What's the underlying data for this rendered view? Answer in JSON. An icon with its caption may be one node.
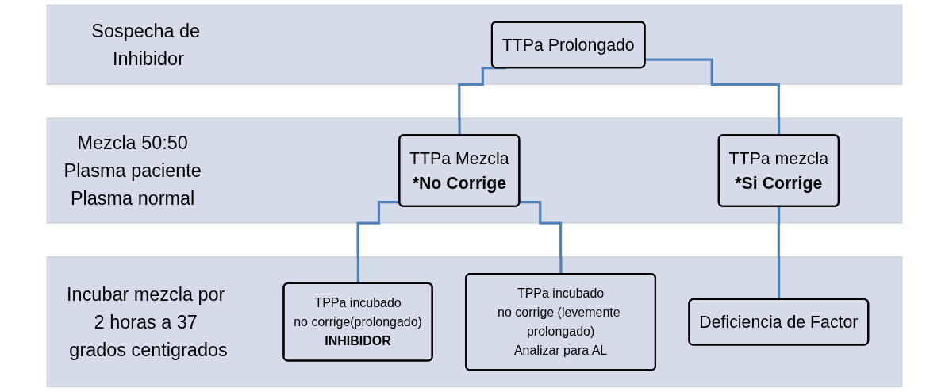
{
  "diagram": {
    "nodes": [
      {
        "text": [
          "Sospecha de Inhibidor"
        ]
      },
      {
        "text": [
          "TTPa Prolongado"
        ],
        "in": 0
      },
      {
        "text": [
          "Mezcla 50:50",
          "Plasma paciente",
          "Plasma normal"
        ]
      },
      {
        "text": [
          "TTPa Mezcla",
          "*No Corrige"
        ],
        "in": 2
      },
      {
        "text": [
          "TTPa mezcla",
          "*Si Corrige"
        ],
        "in": 2
      },
      {
        "text": [
          "Incubar mezcla por 2 horas a 37 grados centigrados"
        ]
      },
      {
        "text": [
          "TPPa incubado",
          "no corrige(prolongado)",
          "INHIBIDOR"
        ],
        "in": 5
      },
      {
        "text": [
          "TPPa incubado",
          "no corrige (levemente prolongado)",
          "Analizar para AL"
        ],
        "in": 5
      },
      {
        "text": [
          "Deficiencia de Factor"
        ],
        "in": 5
      }
    ],
    "edges": [
      {
        "from": 1,
        "to": 3,
        "arrow": "none"
      },
      {
        "from": 1,
        "to": 4,
        "arrow": "none"
      },
      {
        "from": 3,
        "to": 6,
        "arrow": "none"
      },
      {
        "from": 3,
        "to": 7,
        "arrow": "none"
      },
      {
        "from": 4,
        "to": 8,
        "arrow": "none"
      }
    ]
  }
}
